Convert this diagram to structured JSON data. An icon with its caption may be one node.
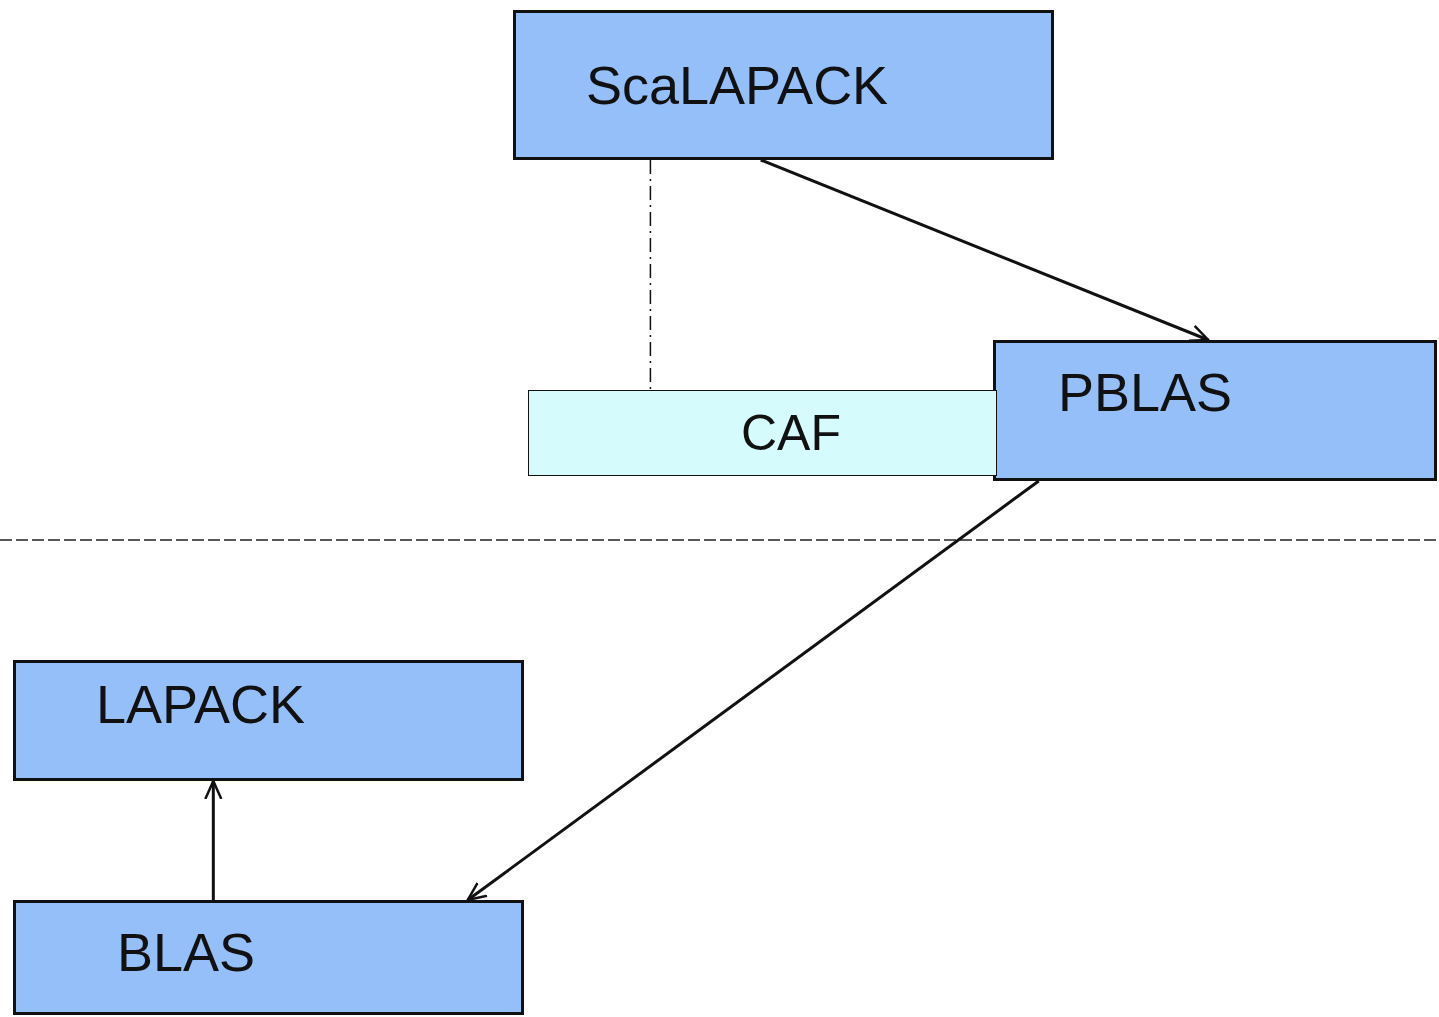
{
  "diagram": {
    "nodes": [
      {
        "text": [
          "ScaLAPACK"
        ]
      },
      {
        "text": [
          "PBLAS"
        ]
      },
      {
        "text": [
          "CAF"
        ]
      },
      {
        "text": [
          "LAPACK"
        ]
      },
      {
        "text": [
          "BLAS"
        ]
      }
    ],
    "edges": [
      {
        "from": 0,
        "to": 1,
        "arrow": "to"
      },
      {
        "from": 0,
        "to": 2,
        "arrow": "none",
        "style": "dashed"
      },
      {
        "from": 1,
        "to": 4,
        "arrow": "to"
      },
      {
        "from": 4,
        "to": 3,
        "arrow": "to"
      }
    ]
  }
}
